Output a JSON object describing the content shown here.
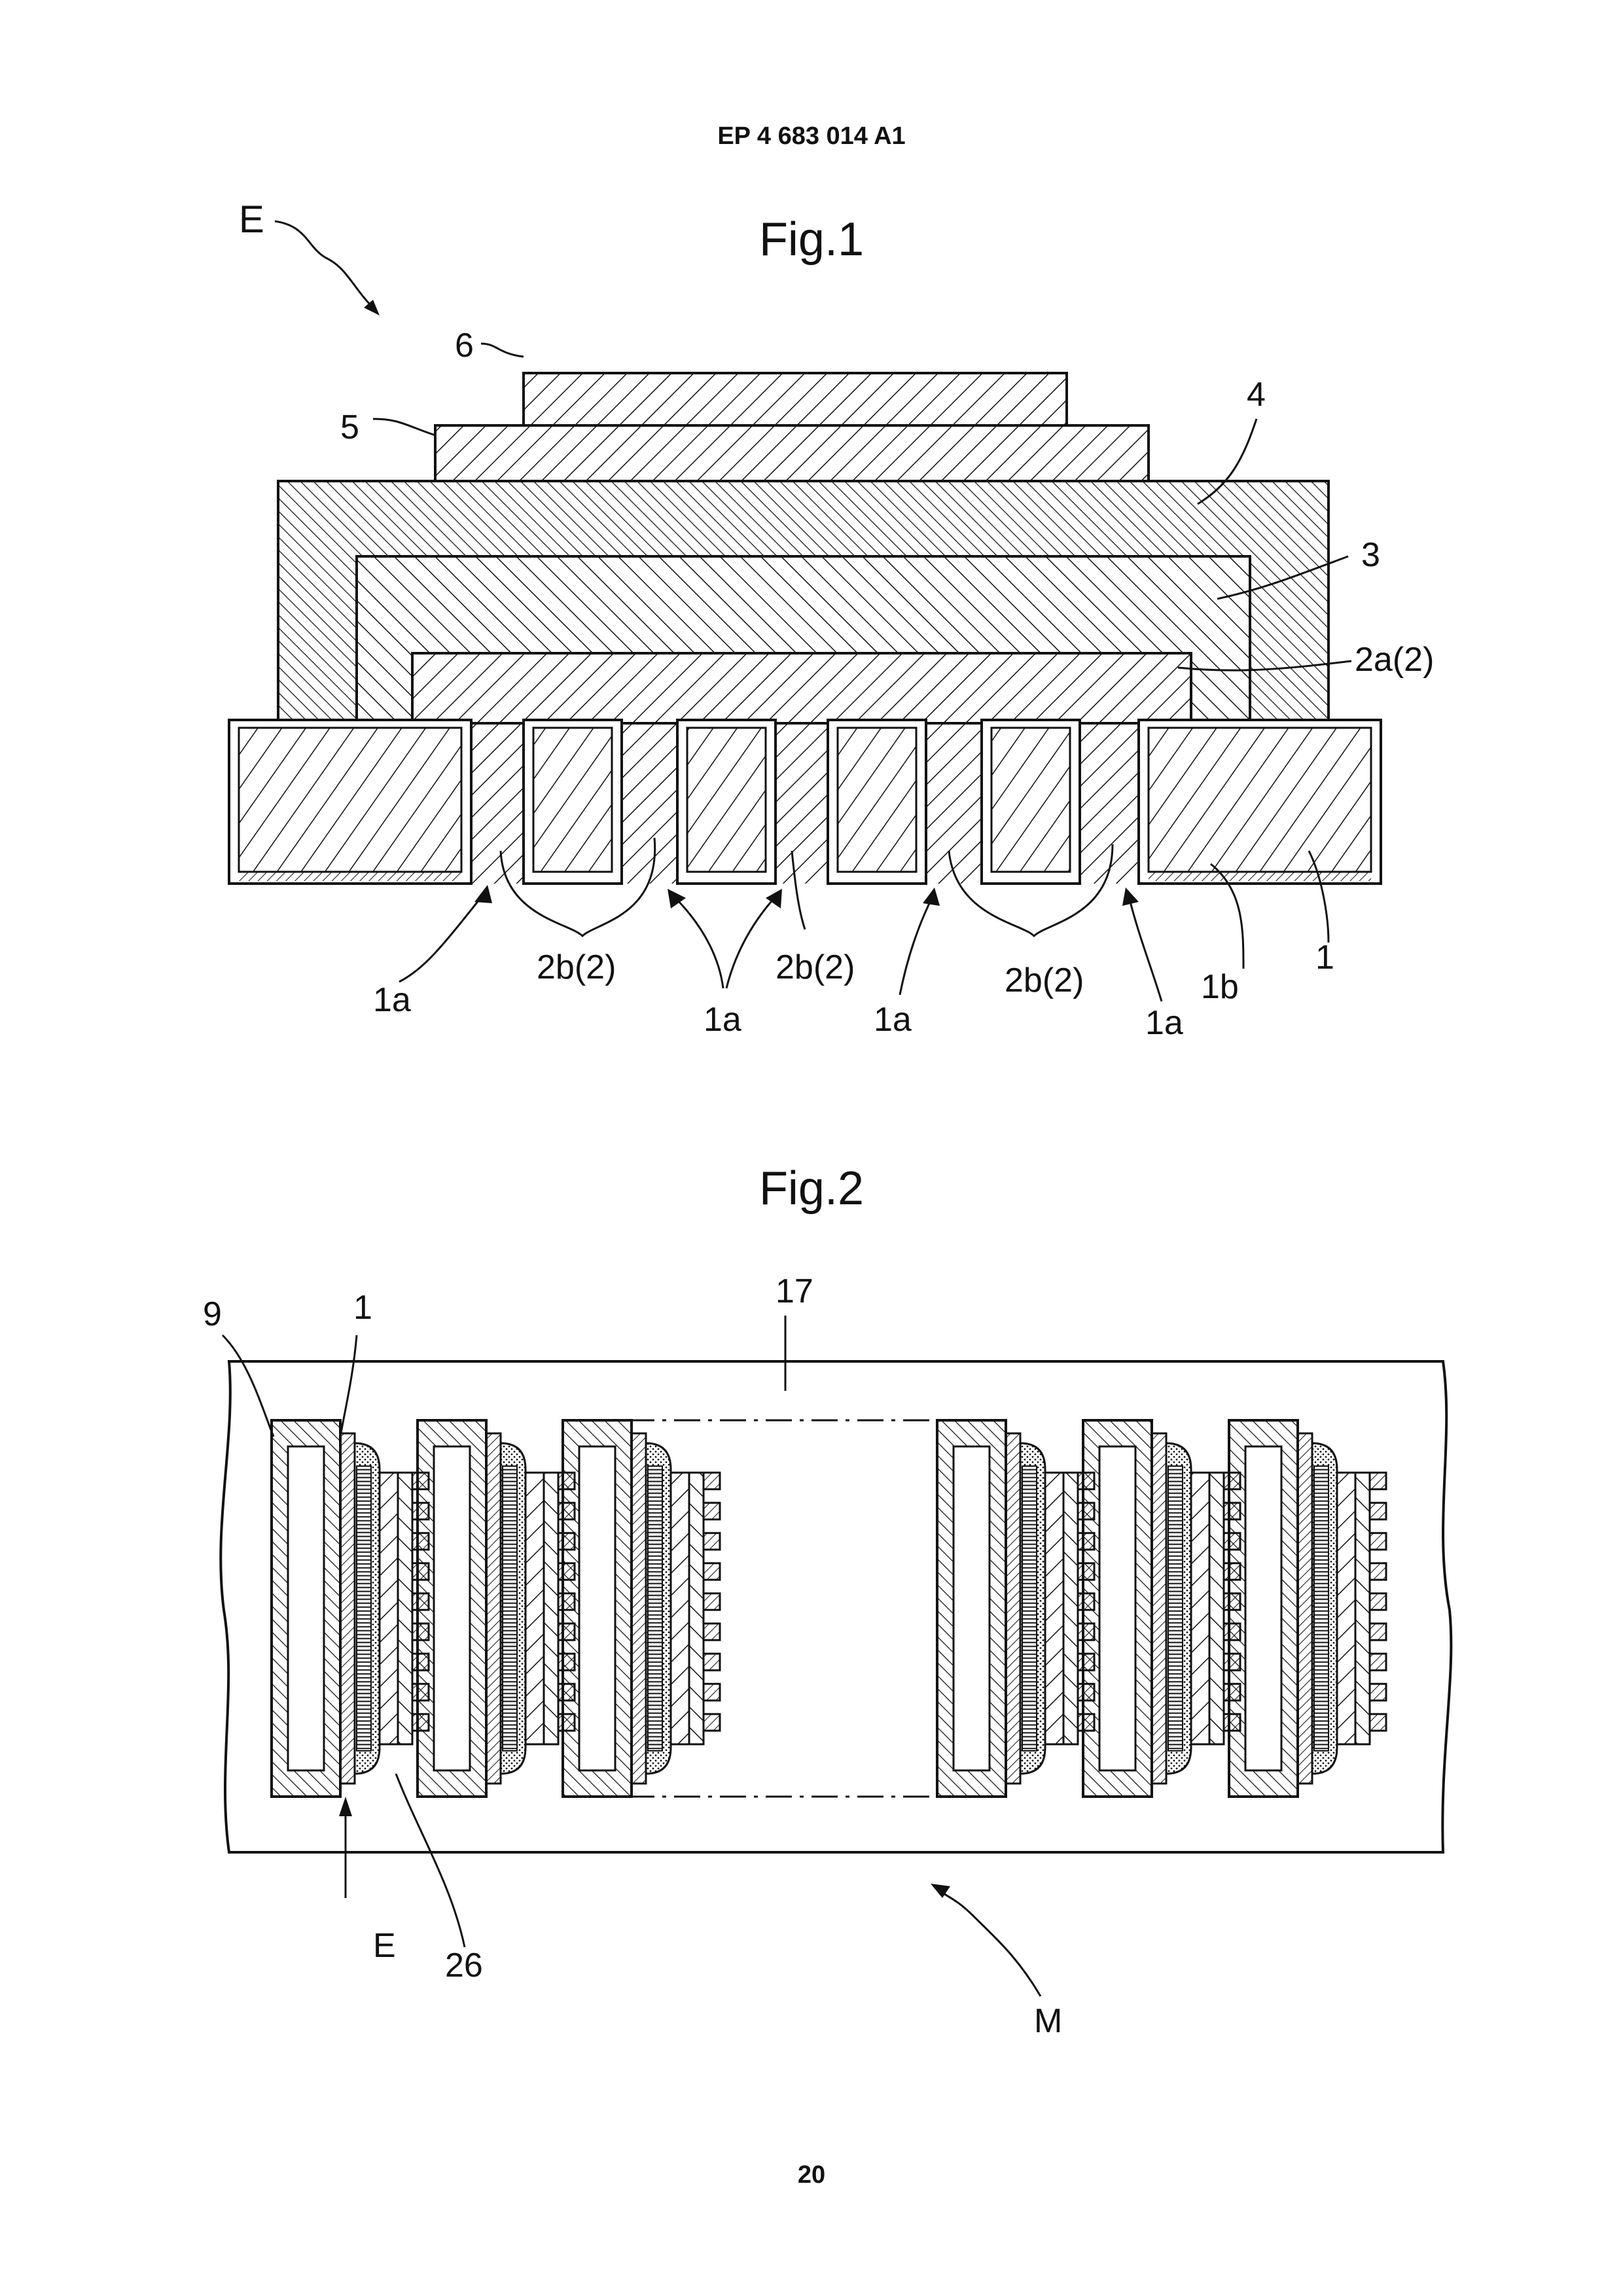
{
  "header": {
    "patent_number": "EP 4 683 014 A1"
  },
  "footer": {
    "page_number": "20"
  },
  "fig1": {
    "title": "Fig.1",
    "labels": {
      "E": "E",
      "six": "6",
      "five": "5",
      "four": "4",
      "three": "3",
      "two_a": "2a(2)",
      "two_b_1": "2b(2)",
      "two_b_2": "2b(2)",
      "two_b_3": "2b(2)",
      "one_a_1": "1a",
      "one_a_2": "1a",
      "one_a_3": "1a",
      "one_a_4": "1a",
      "one_b": "1b",
      "one": "1"
    }
  },
  "fig2": {
    "title": "Fig.2",
    "labels": {
      "nine": "9",
      "one": "1",
      "seventeen": "17",
      "E": "E",
      "twenty_six": "26",
      "M": "M"
    }
  },
  "colors": {
    "ink": "#111111",
    "paper": "#ffffff"
  }
}
